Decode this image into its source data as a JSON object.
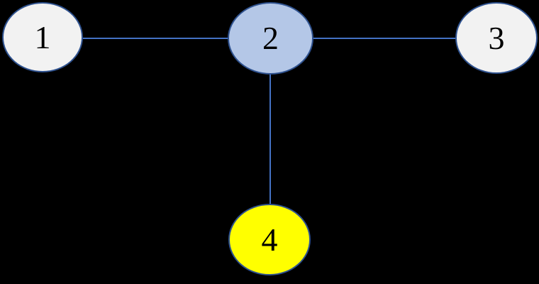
{
  "diagram": {
    "background_color": "#000000",
    "node_border_color": "#2f528f",
    "edge_color": "#4472c4",
    "text_color": "#000000",
    "nodes": [
      {
        "id": "1",
        "label": "1",
        "fill": "#f2f2f2"
      },
      {
        "id": "2",
        "label": "2",
        "fill": "#b4c7e7"
      },
      {
        "id": "3",
        "label": "3",
        "fill": "#f2f2f2"
      },
      {
        "id": "4",
        "label": "4",
        "fill": "#ffff00"
      }
    ],
    "edges": [
      {
        "from": "1",
        "to": "2"
      },
      {
        "from": "2",
        "to": "3"
      },
      {
        "from": "2",
        "to": "4"
      }
    ]
  }
}
